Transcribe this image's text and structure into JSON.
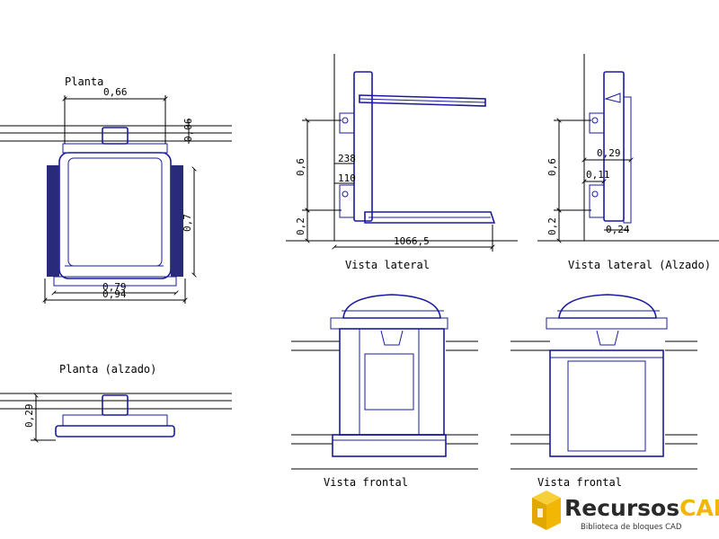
{
  "views": {
    "planta": {
      "title": "Planta",
      "dim_width_top": "0,66",
      "dim_side_small": "0,06",
      "dim_height": "0,7",
      "dim_width_inner": "0,79",
      "dim_width_outer": "0,94"
    },
    "planta_alzado": {
      "title": "Planta (alzado)",
      "dim_height": "0,29"
    },
    "vista_lateral": {
      "title": "Vista lateral",
      "dim_upper": "0,6",
      "dim_lower": "0,2",
      "dim_length": "1066,5",
      "dim_small_a": "238",
      "dim_small_b": "110"
    },
    "vista_lateral_alzado": {
      "title": "Vista lateral  (Alzado)",
      "dim_upper": "0,6",
      "dim_lower": "0,2",
      "dim_depth": "0,29",
      "dim_small": "0,11",
      "dim_bottom": "0,24"
    },
    "vista_frontal_1": {
      "title": "Vista frontal"
    },
    "vista_frontal_2": {
      "title": "Vista frontal"
    }
  },
  "logo": {
    "brand_a": "Recursos",
    "brand_b": "CAD",
    "tagline": "Biblioteca de bloques CAD",
    "color_a": "#2a2a2a",
    "color_b": "#f2b705"
  },
  "colors": {
    "linework": "#1a1aa0",
    "dimensions": "#000000",
    "background": "#ffffff"
  }
}
